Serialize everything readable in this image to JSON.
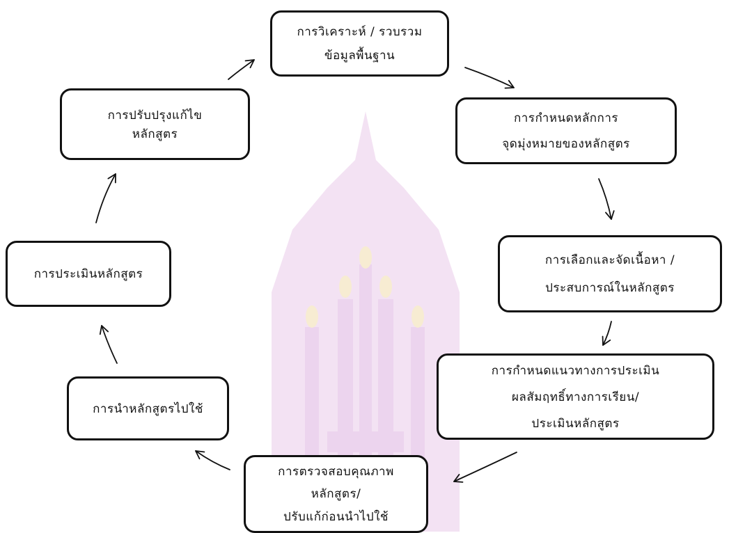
{
  "nodes": [
    {
      "id": "n1",
      "lines": [
        "การวิเคราะห์ / รวบรวม",
        "ข้อมูลพื้นฐาน"
      ]
    },
    {
      "id": "n2",
      "lines": [
        "การกำหนดหลักการ",
        "จุดมุ่งหมายของหลักสูตร"
      ]
    },
    {
      "id": "n3",
      "lines": [
        "การเลือกและจัดเนื้อหา /",
        "ประสบการณ์ในหลักสูตร"
      ]
    },
    {
      "id": "n4",
      "lines": [
        "การกำหนดแนวทางการประเมิน",
        "ผลสัมฤทธิ์ทางการเรียน/",
        "ประเมินหลักสูตร"
      ]
    },
    {
      "id": "n5",
      "lines": [
        "การตรวจสอบคุณภาพ",
        "หลักสูตร/",
        "ปรับแก้ก่อนนำไปใช้"
      ]
    },
    {
      "id": "n6",
      "lines": [
        "การนำหลักสูตรไปใช้"
      ]
    },
    {
      "id": "n7",
      "lines": [
        "การประเมินหลักสูตร"
      ]
    },
    {
      "id": "n8",
      "lines": [
        "การปรับปรุงแก้ไข",
        "หลักสูตร"
      ]
    }
  ],
  "edges": [
    {
      "from": "n1",
      "to": "n2"
    },
    {
      "from": "n2",
      "to": "n3"
    },
    {
      "from": "n3",
      "to": "n4"
    },
    {
      "from": "n4",
      "to": "n5"
    },
    {
      "from": "n5",
      "to": "n6"
    },
    {
      "from": "n6",
      "to": "n7"
    },
    {
      "from": "n7",
      "to": "n8"
    },
    {
      "from": "n8",
      "to": "n1"
    }
  ],
  "colors": {
    "border": "#111111",
    "background": "#ffffff",
    "watermark": "#f3e3f2"
  }
}
